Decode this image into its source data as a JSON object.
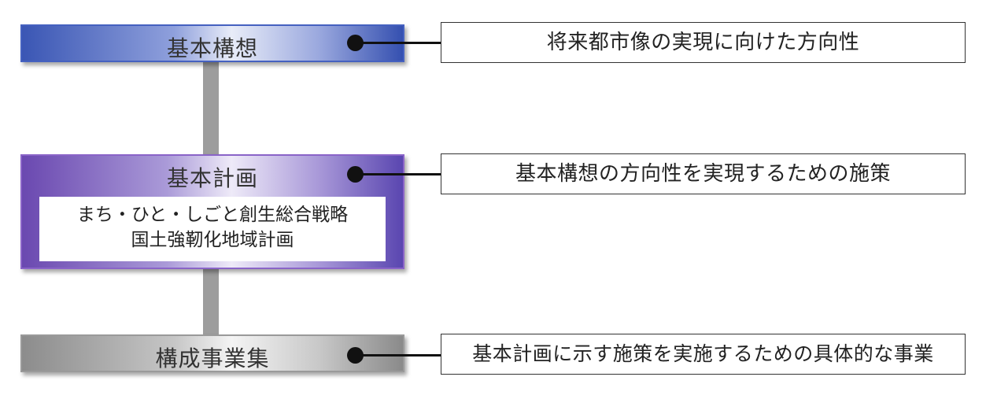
{
  "tiers": [
    {
      "title": "基本構想",
      "description": "将来都市像の実現に向けた方向性"
    },
    {
      "title": "基本計画",
      "sub_items": [
        "まち・ひと・しごと創生総合戦略",
        "国土強靭化地域計画"
      ],
      "description": "基本構想の方向性を実現するための施策"
    },
    {
      "title": "構成事業集",
      "description": "基本計画に示す施策を実施するための具体的な事業"
    }
  ],
  "colors": {
    "tier1": "#3a56b4",
    "tier2": "#6a48b0",
    "tier3": "#8c8c8c",
    "connector": "#9d9d9d"
  }
}
